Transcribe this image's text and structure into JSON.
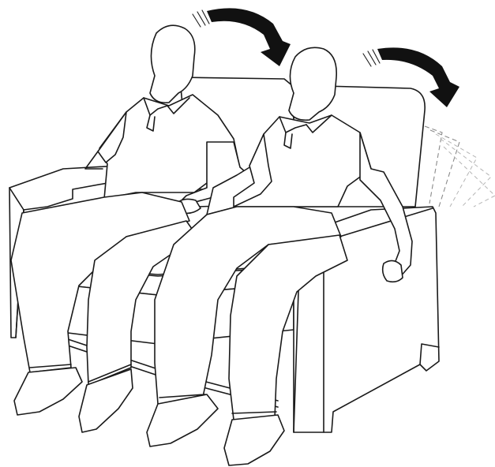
{
  "figure": {
    "subject": "recliner-seat-movement-illustration",
    "colors": {
      "line": "#1a1a1a",
      "arrow": "#111111",
      "ghost_line": "#8a8a8a",
      "background": "#ffffff"
    }
  },
  "arrows": [
    {
      "name": "backrest-recline-arrow-left",
      "direction": "clockwise"
    },
    {
      "name": "backrest-recline-arrow-right",
      "direction": "clockwise"
    }
  ],
  "figures": [
    {
      "name": "seated-person-left"
    },
    {
      "name": "seated-person-right"
    }
  ]
}
